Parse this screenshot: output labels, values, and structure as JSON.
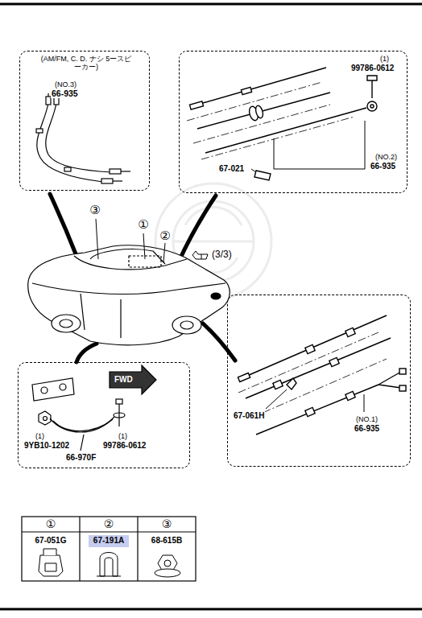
{
  "diagram": {
    "nodes": [
      {
        "text": [
          "(AM/FM, C. D. ナシ 5ースピーカー)",
          "(NO.3)",
          "66-935"
        ]
      },
      {
        "text": [
          "(1)",
          "99786-0612",
          "(NO.2)",
          "66-935",
          "67-021"
        ]
      },
      {
        "text": [
          "67-061H",
          "(NO.1)",
          "66-935"
        ]
      },
      {
        "text": [
          "FWD",
          "(1)",
          "9YB10-1202",
          "(1)",
          "99786-0612",
          "66-970F"
        ]
      }
    ],
    "labels": [
      "③",
      "①",
      "②",
      "(3/3)",
      "①",
      "②",
      "③",
      "67-051G",
      "67-191A",
      "68-615B"
    ]
  }
}
